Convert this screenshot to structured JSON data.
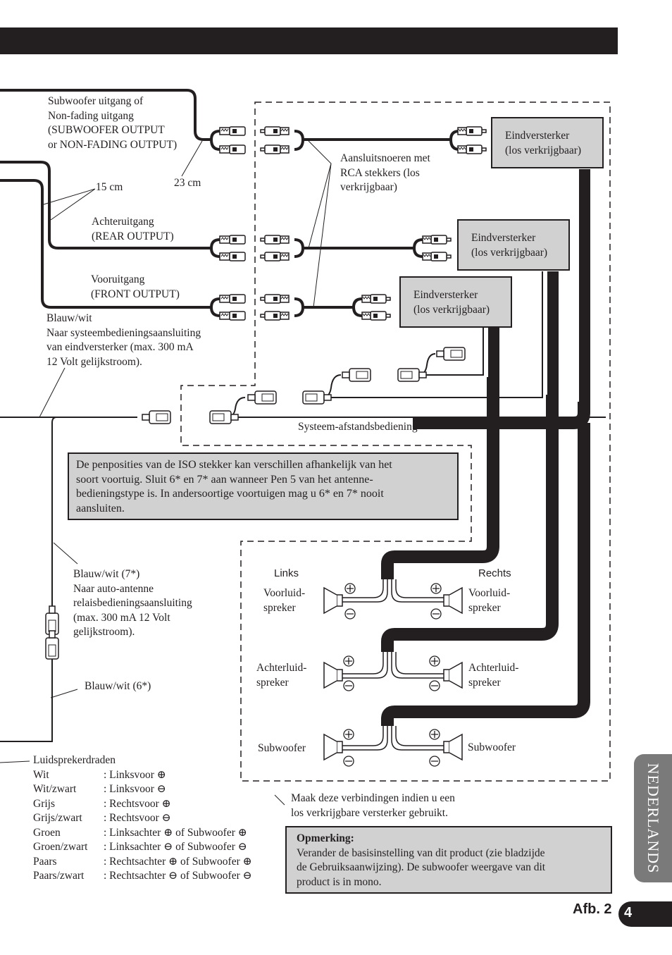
{
  "header_bar": {
    "color": "#231f20"
  },
  "labels": {
    "subwoofer_output": "Subwoofer uitgang of\nNon-fading uitgang\n(SUBWOOFER OUTPUT\nor NON-FADING OUTPUT)",
    "len_23": "23 cm",
    "len_15": "15 cm",
    "rear_output": "Achteruitgang\n(REAR OUTPUT)",
    "front_output": "Vooruitgang\n(FRONT OUTPUT)",
    "rca_cords": "Aansluitsnoeren met\nRCA stekkers (los\nverkrijgbaar)",
    "blue_white_system": "Blauw/wit\nNaar systeembedieningsaansluiting\nvan eindversterker (max. 300 mA\n12 Volt gelijkstroom).",
    "system_remote": "Systeem-afstandsbediening",
    "blue_white_7": "Blauw/wit (7*)\nNaar auto-antenne\nrelaisbedieningsaansluiting\n(max. 300 mA 12 Volt\ngelijkstroom).",
    "blue_white_6": "Blauw/wit (6*)",
    "make_connections": "Maak deze verbindingen indien u een\nlos verkrijgbare versterker gebruikt."
  },
  "amplifiers": [
    {
      "label": "Eindversterker\n(los verkrijgbaar)"
    },
    {
      "label": "Eindversterker\n(los verkrijgbaar)"
    },
    {
      "label": "Eindversterker\n(los verkrijgbaar)"
    }
  ],
  "iso_note": "De penposities van de ISO stekker kan verschillen afhankelijk van het\nsoort voortuig. Sluit 6* en 7* aan wanneer Pen 5 van het antenne-\nbedieningstype is. In andersoortige voortuigen mag u 6* en 7* nooit\naansluiten.",
  "speakers": {
    "left_heading": "Links",
    "right_heading": "Rechts",
    "front": "Voorluid-\nspreker",
    "rear": "Achterluid-\nspreker",
    "sub": "Subwoofer",
    "plus": "+",
    "minus": "−"
  },
  "legend": {
    "title": "Luidsprekerdraden",
    "rows": [
      {
        "color": "Wit",
        "desc": ": Linksvoor ⊕"
      },
      {
        "color": "Wit/zwart",
        "desc": ": Linksvoor ⊖"
      },
      {
        "color": "Grijs",
        "desc": ": Rechtsvoor ⊕"
      },
      {
        "color": "Grijs/zwart",
        "desc": ": Rechtsvoor ⊖"
      },
      {
        "color": "Groen",
        "desc": ": Linksachter ⊕ of Subwoofer ⊕"
      },
      {
        "color": "Groen/zwart",
        "desc": ": Linksachter ⊖ of Subwoofer ⊖"
      },
      {
        "color": "Paars",
        "desc": ": Rechtsachter ⊕ of Subwoofer ⊕"
      },
      {
        "color": "Paars/zwart",
        "desc": ": Rechtsachter ⊖ of Subwoofer ⊖"
      }
    ]
  },
  "remark": {
    "title": "Opmerking:",
    "body": "Verander de basisinstelling van dit product (zie bladzijde\nde Gebruiksaanwijzing). De subwoofer weergave van dit\nproduct is in mono."
  },
  "side_tab": "NEDERLANDS",
  "figure_label": "Afb. 2",
  "page_number": "4",
  "colors": {
    "ink": "#231f20",
    "box_fill": "#d1d1d1",
    "tab_gray": "#7a7a7a"
  }
}
